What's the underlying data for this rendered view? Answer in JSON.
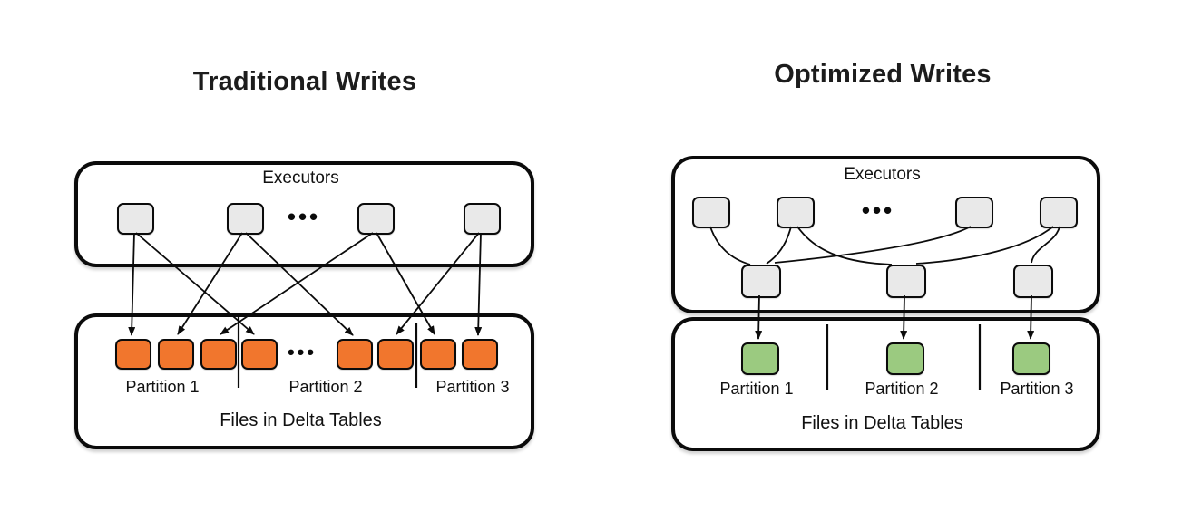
{
  "colors": {
    "orange": "#f1762d",
    "green": "#9bca80",
    "gray": "#e9e9e9",
    "stroke": "#0b0b0b",
    "text": "#1a1a1a"
  },
  "left": {
    "title": "Traditional Writes",
    "executors": {
      "label": "Executors",
      "ellipsis": "•••"
    },
    "files": {
      "label": "Files in Delta Tables",
      "ellipsis": "•••",
      "partitions": [
        "Partition 1",
        "Partition 2",
        "Partition 3"
      ]
    }
  },
  "right": {
    "title": "Optimized Writes",
    "executors": {
      "label": "Executors",
      "ellipsis": "•••"
    },
    "files": {
      "label": "Files in Delta Tables",
      "partitions": [
        "Partition 1",
        "Partition 2",
        "Partition 3"
      ]
    }
  }
}
